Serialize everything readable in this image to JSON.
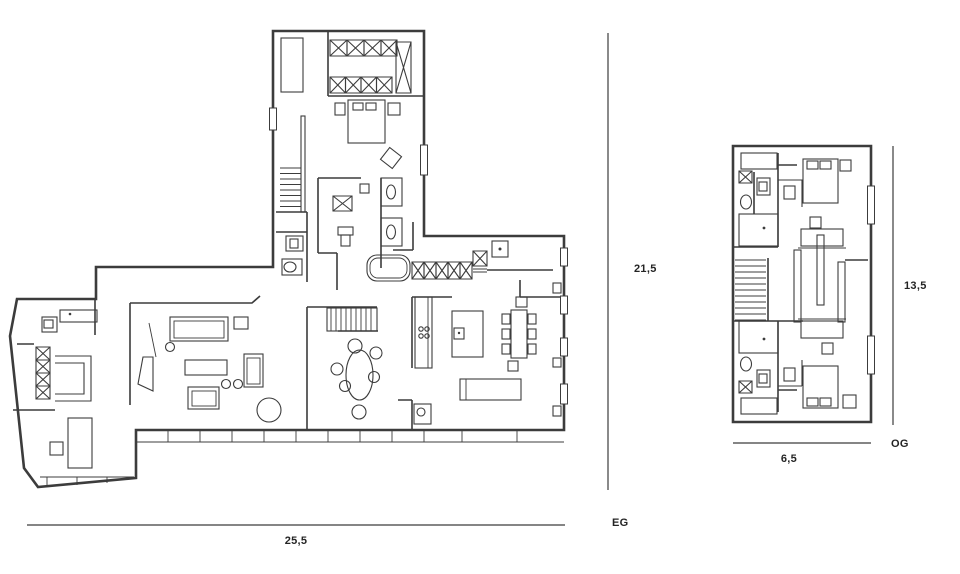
{
  "palette": {
    "background": "#ffffff",
    "line": "#3c3c3c",
    "label_text": "#242424"
  },
  "plans": {
    "eg": {
      "label": "EG",
      "width_dim": "25,5",
      "height_dim": "21,5",
      "elements": [
        "entry",
        "built-in-wardrobes",
        "desk",
        "living-room",
        "sofas",
        "fireplace",
        "hallway",
        "stairs",
        "oval-dining-table",
        "kitchen-counter",
        "kitchen-island",
        "dining-table",
        "sideboard",
        "utility-room",
        "bathroom",
        "bathtub",
        "double-vanity",
        "wc",
        "dressing-room",
        "bedroom",
        "terrace-glazing"
      ]
    },
    "og": {
      "label": "OG",
      "width_dim": "6,5",
      "height_dim": "13,5",
      "elements": [
        "stairs",
        "bathroom-north",
        "bedroom-north",
        "desk",
        "wardrobes",
        "corridor",
        "bathroom-south",
        "bedroom-south"
      ]
    }
  }
}
